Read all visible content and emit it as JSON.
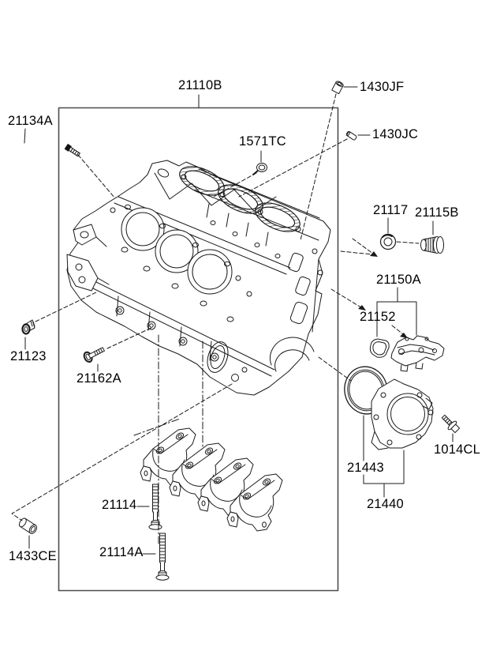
{
  "diagram": {
    "type": "parts-diagram",
    "subject": "engine cylinder block exploded view",
    "colors": {
      "background": "#ffffff",
      "line": "#1a1a1a",
      "frame_border": "#4d4d4d"
    },
    "parts": {
      "p21110B": {
        "label": "21110B"
      },
      "p1430JF": {
        "label": "1430JF"
      },
      "p21134A": {
        "label": "21134A"
      },
      "p1430JC": {
        "label": "1430JC"
      },
      "p1571TC": {
        "label": "1571TC"
      },
      "p21117": {
        "label": "21117"
      },
      "p21115B": {
        "label": "21115B"
      },
      "p21150A": {
        "label": "21150A"
      },
      "p21152": {
        "label": "21152"
      },
      "p21123": {
        "label": "21123"
      },
      "p21162A": {
        "label": "21162A"
      },
      "p1014CL": {
        "label": "1014CL"
      },
      "p21443": {
        "label": "21443"
      },
      "p21440": {
        "label": "21440"
      },
      "p21114": {
        "label": "21114"
      },
      "p21114A": {
        "label": "21114A"
      },
      "p1433CE": {
        "label": "1433CE"
      }
    }
  }
}
